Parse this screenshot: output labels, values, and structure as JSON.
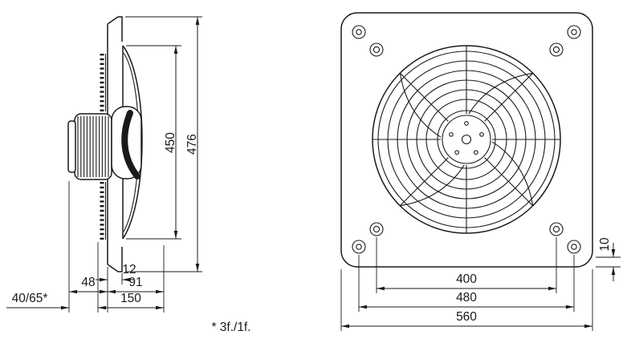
{
  "ink_color": "#1a1a1a",
  "background_color": "#ffffff",
  "footnote": "* 3f./1f.",
  "side_view": {
    "dims": {
      "fan_diameter": "450",
      "overall_height": "476",
      "plate_offset": "12",
      "motor_depth": "48",
      "front_depth": "91",
      "total_depth": "150",
      "motor_extension": "40/65*"
    }
  },
  "front_view": {
    "dims": {
      "mounting_hole_pitch": "400",
      "corner_hole_pitch": "480",
      "plate_width": "560",
      "flange_depth": "10"
    }
  }
}
